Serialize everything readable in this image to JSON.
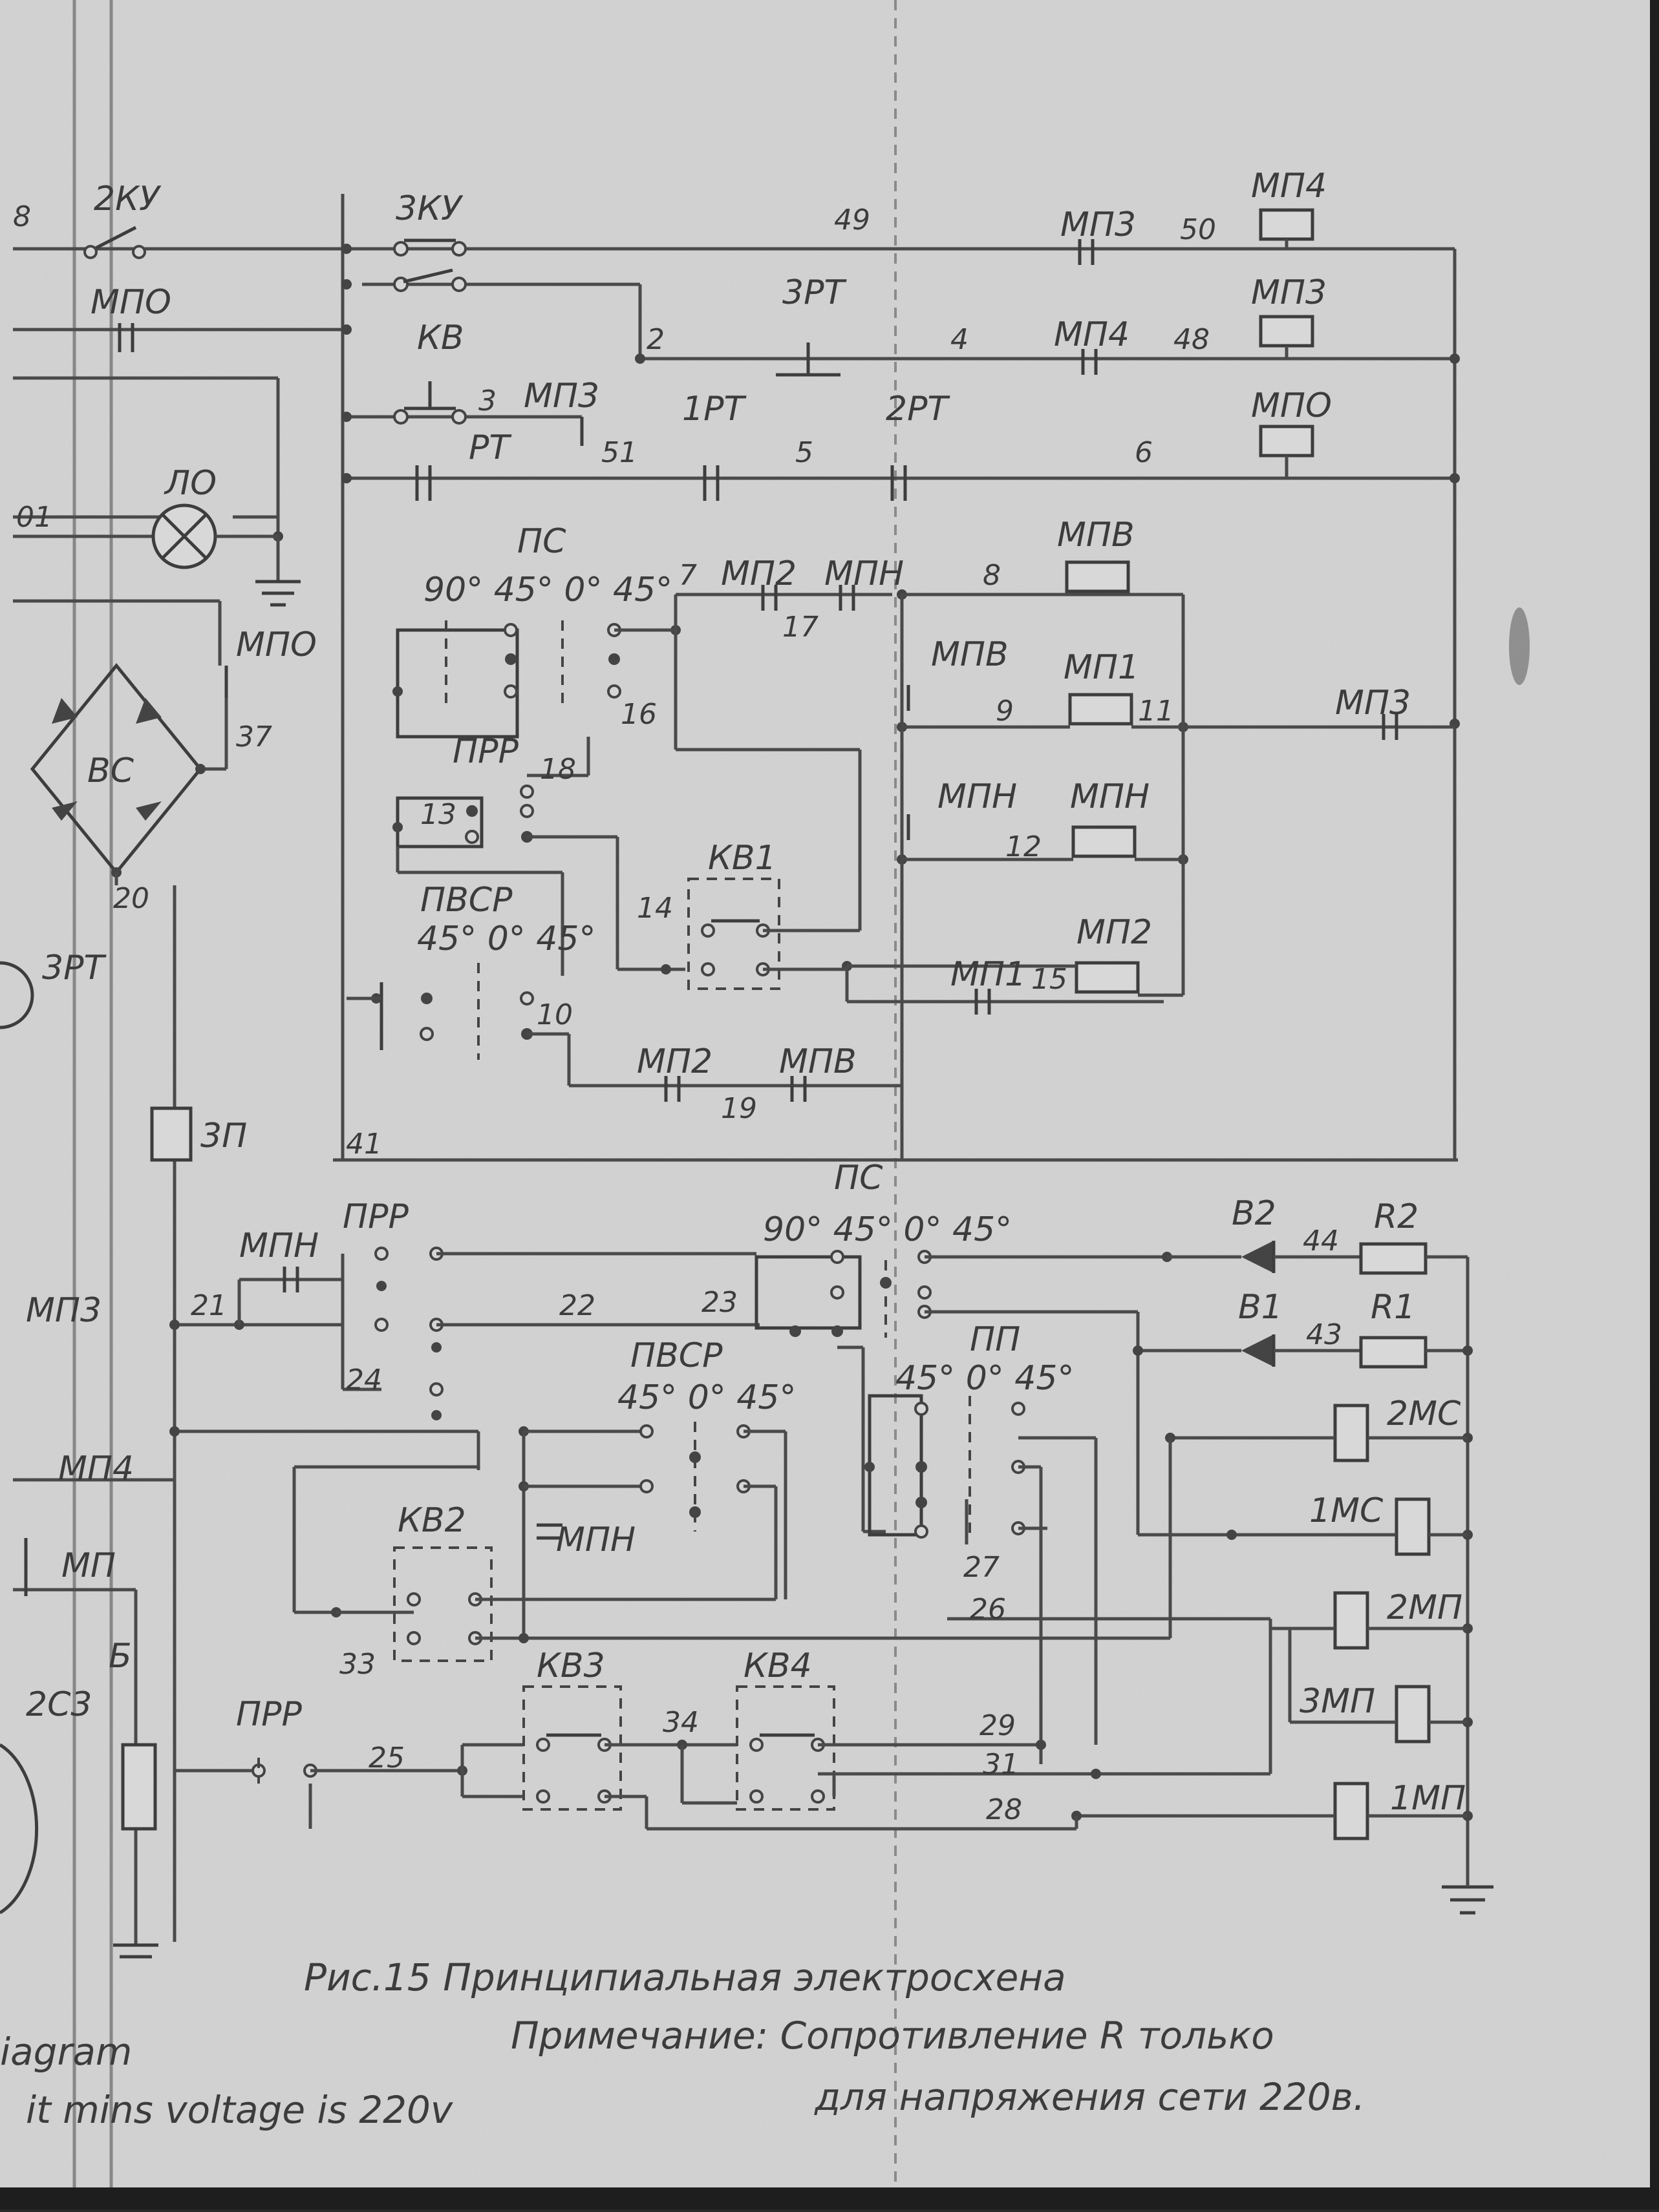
{
  "colors": {
    "paper": "#d3d3d3",
    "ink": "#454545",
    "border": "#1c1c1c"
  },
  "labels": {
    "l_2ku": "2КУ",
    "l_3ku": "3КУ",
    "l_kv": "КВ",
    "l_mpo_top": "МПО",
    "l_3rt_sw": "3РТ",
    "l_mp3_a": "МП3",
    "l_mp4_c": "МП4",
    "l_mp3_c": "МП3",
    "l_mp4_coil": "МП4",
    "l_mp3_coil": "МП3",
    "l_mpo_coil": "МПО",
    "l_mp3_b": "МП3",
    "l_rt": "РТ",
    "l_1rt": "1РТ",
    "l_2rt": "2РТ",
    "l_lo": "ЛО",
    "l_mpo_l": "МПО",
    "l_bs": "ВС",
    "l_ps_a": "ПС",
    "l_ang_a": "90° 45° 0° 45°",
    "l_mp2_a": "МП2",
    "l_mpn_a": "МПН",
    "l_mpv_coil": "МПВ",
    "l_mpv_c": "МПВ",
    "l_mp1_coil": "МП1",
    "l_mp3_d": "МП3",
    "l_mpn_c": "МПН",
    "l_mpn_coil": "МПН",
    "l_prr_a": "ПРР",
    "l_kv1": "КВ1",
    "l_mp2_coil": "МП2",
    "l_mp1_c": "МП1",
    "l_pvsr_a": "ПВСР",
    "l_ang_b": "45° 0° 45°",
    "l_mp2_b": "МП2",
    "l_mpv_b": "МПВ",
    "l_3rt_l": "3РТ",
    "l_3p": "3П",
    "l_mp3_l": "МП3",
    "l_mpn_l": "МПН",
    "l_prr_b": "ПРР",
    "l_ps_b": "ПС",
    "l_ang_c": "90° 45° 0° 45°",
    "l_pvsr_b": "ПВСР",
    "l_ang_d": "45° 0° 45°",
    "l_pp": "ПП",
    "l_ang_e": "45° 0° 45°",
    "l_b2": "В2",
    "l_b1": "В1",
    "l_r2": "R2",
    "l_r1": "R1",
    "l_2ms": "2МС",
    "l_1ms": "1МС",
    "l_2mp": "2МП",
    "l_3mp": "3МП",
    "l_1mp": "1МП",
    "l_kv2": "КВ2",
    "l_mpn_d": "МПН",
    "l_prr_c": "ПРР",
    "l_kv3": "КВ3",
    "l_kv4": "КВ4",
    "l_mp4_l": "МП4",
    "l_mp_l": "МП",
    "l_2s3": "2С3",
    "l_b_l": "Б"
  },
  "wires": {
    "n8": "8",
    "n49": "49",
    "n50": "50",
    "n2": "2",
    "n4": "4",
    "n48": "48",
    "n3": "3",
    "n51": "51",
    "n5": "5",
    "n6": "6",
    "n01": "01",
    "n7": "7",
    "n17": "17",
    "n8b": "8",
    "n16": "16",
    "n9": "9",
    "n11": "11",
    "n37": "37",
    "n18": "18",
    "n13": "13",
    "n12": "12",
    "n14": "14",
    "n15": "15",
    "n20": "20",
    "n10": "10",
    "n19": "19",
    "n41": "41",
    "n21": "21",
    "n22": "22",
    "n23": "23",
    "n24": "24",
    "n44": "44",
    "n43": "43",
    "n27": "27",
    "n26": "26",
    "n33": "33",
    "n34": "34",
    "n29": "29",
    "n25": "25",
    "n31": "31",
    "n28": "28"
  },
  "caption": {
    "title": "Рис.15   Принципиальная электросхена",
    "note": "Примечание:   Сопротивление  R  только",
    "note2": "для  напряжения  сети  220в.",
    "margin1": "iagram",
    "margin2": "it mins voltage is 220v"
  }
}
